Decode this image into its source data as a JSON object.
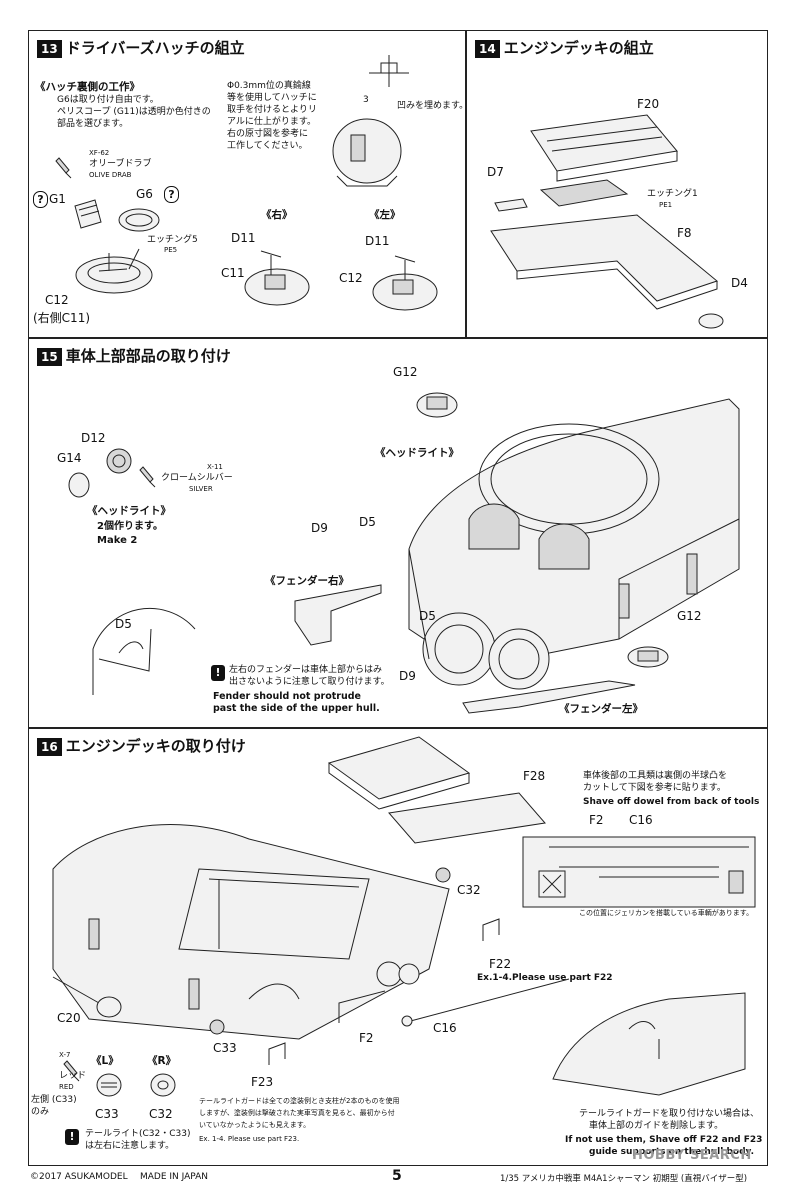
{
  "step13": {
    "num": "13",
    "title": "ドライバーズハッチの組立",
    "sub_title": "《ハッチ裏側の工作》",
    "note_g6": "G6は取り付け自由です。",
    "note_periscope": "ペリスコープ (G11)は透明か色付きの",
    "note_periscope2": "部品を選びます。",
    "paint_code": "XF-62",
    "paint_jp": "オリーブドラブ",
    "paint_en": "OLIVE DRAB",
    "label_g1": "G1",
    "label_g6": "G6",
    "label_etching": "エッチング5",
    "label_pe": "PE5",
    "label_c12": "C12",
    "label_c12_right": "(右側C11)",
    "wire_note": [
      "Φ0.3mm位の真鍮線",
      "等を使用してハッチに",
      "取手を付けるとよりリ",
      "アルに仕上がります。",
      "右の原寸図を参考に",
      "工作してください。"
    ],
    "dim": "3",
    "fill_note": "凹みを埋めます。",
    "right_label": "《右》",
    "left_label": "《左》",
    "label_d11a": "D11",
    "label_c11": "C11",
    "label_d11b": "D11",
    "label_c12b": "C12"
  },
  "step14": {
    "num": "14",
    "title": "エンジンデッキの組立",
    "label_f20": "F20",
    "label_d7": "D7",
    "label_etching": "エッチング1",
    "label_pe": "PE1",
    "label_f8": "F8",
    "label_d4": "D4"
  },
  "step15": {
    "num": "15",
    "title": "車体上部部品の取り付け",
    "label_d12": "D12",
    "label_g14": "G14",
    "paint_code": "X-11",
    "paint_jp": "クロームシルバー",
    "paint_en": "SILVER",
    "headlight": "《ヘッドライト》",
    "make_jp": "2個作ります。",
    "make_en": "Make 2",
    "label_d5a": "D5",
    "label_g12a": "G12",
    "headlight2": "《ヘッドライト》",
    "label_d9a": "D9",
    "label_d5b": "D5",
    "fender_right": "《フェンダー右》",
    "label_d5c": "D5",
    "label_d9b": "D9",
    "label_g12b": "G12",
    "fender_left": "《フェンダー左》",
    "warn_jp1": "左右のフェンダーは車体上部からはみ",
    "warn_jp2": "出さないように注意して取り付けます。",
    "warn_en1": "Fender should not protrude",
    "warn_en2": "past the side of the upper hull."
  },
  "step16": {
    "num": "16",
    "title": "エンジンデッキの取り付け",
    "label_f28": "F28",
    "tools_jp1": "車体後部の工具類は裏側の半球凸を",
    "tools_jp2": "カットして下図を参考に貼ります。",
    "tools_en": "Shave off dowel from back of tools",
    "label_f2a": "F2",
    "label_c16a": "C16",
    "jerrycan_note": "この位置にジェリカンを搭載している車輌があります。",
    "label_c32a": "C32",
    "label_f22": "F22",
    "f22_note": "Ex.1-4.Please use part F22",
    "label_c20": "C20",
    "label_c16b": "C16",
    "label_f2b": "F2",
    "label_c33a": "C33",
    "label_f23": "F23",
    "paint_code": "X-7",
    "paint_jp": "レッド",
    "paint_en": "RED",
    "left_only_jp": "左側 (C33)",
    "left_only_jp2": "のみ",
    "L": "《L》",
    "R": "《R》",
    "label_c33b": "C33",
    "label_c32b": "C32",
    "taillight_jp": "テールライト(C32・C33)",
    "taillight_jp2": "は左右に注意します。",
    "tl_guard_note": [
      "テールライトガードは全ての塗装例とき支柱が2本のものを使用",
      "しますが、塗装例は撃破された実車写真を見ると、最初から付",
      "いていなかったようにも見えます。"
    ],
    "tl_guard_en": "Ex. 1-4. Please use part F23.",
    "no_guard_jp1": "テールライトガードを取り付けない場合は、",
    "no_guard_jp2": "車体上部のガイドを削除します。",
    "no_guard_en1": "If not use them, Shave off F22 and F23",
    "no_guard_en2": "guide supports on the hull body."
  },
  "footer": {
    "copyright": "©2017 ASUKAMODEL",
    "made": "MADE IN JAPAN",
    "page": "5",
    "product": "1/35 アメリカ中戦車 M4A1シャーマン 初期型 (直視バイザー型)",
    "watermark": "HOBBY SEARCH"
  }
}
